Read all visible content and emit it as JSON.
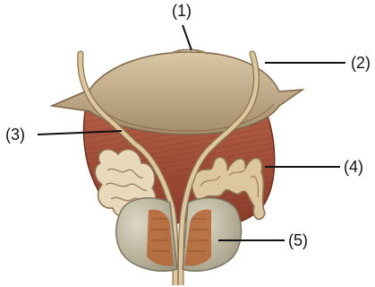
{
  "labels": [
    "(1)",
    "(2)",
    "(3)",
    "(4)",
    "(5)"
  ],
  "colors": {
    "bladder_top": "#c9b494",
    "bladder_dark": "#a48a66",
    "muscle": "#a4533d",
    "muscle_dark": "#7b3223",
    "duct": "#dcc79f",
    "duct_outline": "#8c7352",
    "prostate": "#c5bfa8",
    "prostate_cut": "#b5683a"
  }
}
